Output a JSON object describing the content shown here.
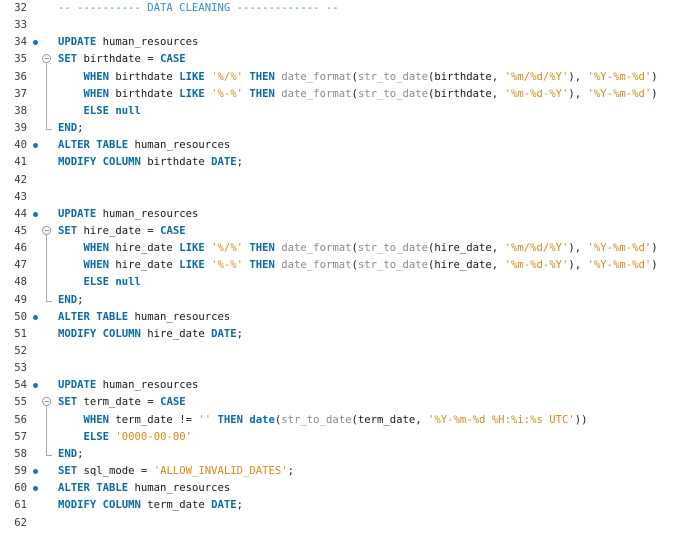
{
  "colors": {
    "keyword": "#0b6aa8",
    "function": "#8a8a8a",
    "string": "#d68a1c",
    "comment": "#3a8dc1",
    "marker": "#1e6fc4"
  },
  "lines": [
    {
      "n": "32",
      "marker": false,
      "fold": null,
      "indent": "",
      "tokens": [
        [
          "cm",
          "-- ---------- DATA CLEANING ------------- --"
        ]
      ]
    },
    {
      "n": "33",
      "marker": false,
      "fold": null,
      "indent": "",
      "tokens": []
    },
    {
      "n": "34",
      "marker": true,
      "fold": null,
      "indent": "",
      "tokens": [
        [
          "kw",
          "UPDATE"
        ],
        [
          "id",
          " human_resources"
        ]
      ]
    },
    {
      "n": "35",
      "marker": false,
      "fold": "start",
      "indent": "",
      "tokens": [
        [
          "kw",
          "SET"
        ],
        [
          "id",
          " birthdate = "
        ],
        [
          "kw",
          "CASE"
        ]
      ]
    },
    {
      "n": "36",
      "marker": false,
      "fold": null,
      "indent": "    ",
      "tokens": [
        [
          "kw",
          "WHEN"
        ],
        [
          "id",
          " birthdate "
        ],
        [
          "kw",
          "LIKE"
        ],
        [
          "id",
          " "
        ],
        [
          "str",
          "'%/%'"
        ],
        [
          "id",
          " "
        ],
        [
          "kw",
          "THEN"
        ],
        [
          "id",
          " "
        ],
        [
          "fn",
          "date_format"
        ],
        [
          "id",
          "("
        ],
        [
          "fn",
          "str_to_date"
        ],
        [
          "id",
          "(birthdate, "
        ],
        [
          "str",
          "'%m/%d/%Y'"
        ],
        [
          "id",
          "), "
        ],
        [
          "str",
          "'%Y-%m-%d'"
        ],
        [
          "id",
          ")"
        ]
      ]
    },
    {
      "n": "37",
      "marker": false,
      "fold": null,
      "indent": "    ",
      "tokens": [
        [
          "kw",
          "WHEN"
        ],
        [
          "id",
          " birthdate "
        ],
        [
          "kw",
          "LIKE"
        ],
        [
          "id",
          " "
        ],
        [
          "str",
          "'%-%'"
        ],
        [
          "id",
          " "
        ],
        [
          "kw",
          "THEN"
        ],
        [
          "id",
          " "
        ],
        [
          "fn",
          "date_format"
        ],
        [
          "id",
          "("
        ],
        [
          "fn",
          "str_to_date"
        ],
        [
          "id",
          "(birthdate, "
        ],
        [
          "str",
          "'%m-%d-%Y'"
        ],
        [
          "id",
          "), "
        ],
        [
          "str",
          "'%Y-%m-%d'"
        ],
        [
          "id",
          ")"
        ]
      ]
    },
    {
      "n": "38",
      "marker": false,
      "fold": null,
      "indent": "    ",
      "tokens": [
        [
          "kw",
          "ELSE"
        ],
        [
          "id",
          " "
        ],
        [
          "kw",
          "null"
        ]
      ]
    },
    {
      "n": "39",
      "marker": false,
      "fold": "end",
      "indent": "",
      "tokens": [
        [
          "kw",
          "END"
        ],
        [
          "id",
          ";"
        ]
      ]
    },
    {
      "n": "40",
      "marker": true,
      "fold": null,
      "indent": "",
      "tokens": [
        [
          "kw",
          "ALTER TABLE"
        ],
        [
          "id",
          " human_resources"
        ]
      ]
    },
    {
      "n": "41",
      "marker": false,
      "fold": null,
      "indent": "",
      "tokens": [
        [
          "kw",
          "MODIFY COLUMN"
        ],
        [
          "id",
          " birthdate "
        ],
        [
          "kw",
          "DATE"
        ],
        [
          "id",
          ";"
        ]
      ]
    },
    {
      "n": "42",
      "marker": false,
      "fold": null,
      "indent": "",
      "tokens": []
    },
    {
      "n": "43",
      "marker": false,
      "fold": null,
      "indent": "",
      "tokens": []
    },
    {
      "n": "44",
      "marker": true,
      "fold": null,
      "indent": "",
      "tokens": [
        [
          "kw",
          "UPDATE"
        ],
        [
          "id",
          " human_resources"
        ]
      ]
    },
    {
      "n": "45",
      "marker": false,
      "fold": "start",
      "indent": "",
      "tokens": [
        [
          "kw",
          "SET"
        ],
        [
          "id",
          " hire_date = "
        ],
        [
          "kw",
          "CASE"
        ]
      ]
    },
    {
      "n": "46",
      "marker": false,
      "fold": null,
      "indent": "    ",
      "tokens": [
        [
          "kw",
          "WHEN"
        ],
        [
          "id",
          " hire_date "
        ],
        [
          "kw",
          "LIKE"
        ],
        [
          "id",
          " "
        ],
        [
          "str",
          "'%/%'"
        ],
        [
          "id",
          " "
        ],
        [
          "kw",
          "THEN"
        ],
        [
          "id",
          " "
        ],
        [
          "fn",
          "date_format"
        ],
        [
          "id",
          "("
        ],
        [
          "fn",
          "str_to_date"
        ],
        [
          "id",
          "(hire_date, "
        ],
        [
          "str",
          "'%m/%d/%Y'"
        ],
        [
          "id",
          "), "
        ],
        [
          "str",
          "'%Y-%m-%d'"
        ],
        [
          "id",
          ")"
        ]
      ]
    },
    {
      "n": "47",
      "marker": false,
      "fold": null,
      "indent": "    ",
      "tokens": [
        [
          "kw",
          "WHEN"
        ],
        [
          "id",
          " hire_date "
        ],
        [
          "kw",
          "LIKE"
        ],
        [
          "id",
          " "
        ],
        [
          "str",
          "'%-%'"
        ],
        [
          "id",
          " "
        ],
        [
          "kw",
          "THEN"
        ],
        [
          "id",
          " "
        ],
        [
          "fn",
          "date_format"
        ],
        [
          "id",
          "("
        ],
        [
          "fn",
          "str_to_date"
        ],
        [
          "id",
          "(hire_date, "
        ],
        [
          "str",
          "'%m-%d-%Y'"
        ],
        [
          "id",
          "), "
        ],
        [
          "str",
          "'%Y-%m-%d'"
        ],
        [
          "id",
          ")"
        ]
      ]
    },
    {
      "n": "48",
      "marker": false,
      "fold": null,
      "indent": "    ",
      "tokens": [
        [
          "kw",
          "ELSE"
        ],
        [
          "id",
          " "
        ],
        [
          "kw",
          "null"
        ]
      ]
    },
    {
      "n": "49",
      "marker": false,
      "fold": "end",
      "indent": "",
      "tokens": [
        [
          "kw",
          "END"
        ],
        [
          "id",
          ";"
        ]
      ]
    },
    {
      "n": "50",
      "marker": true,
      "fold": null,
      "indent": "",
      "tokens": [
        [
          "kw",
          "ALTER TABLE"
        ],
        [
          "id",
          " human_resources"
        ]
      ]
    },
    {
      "n": "51",
      "marker": false,
      "fold": null,
      "indent": "",
      "tokens": [
        [
          "kw",
          "MODIFY COLUMN"
        ],
        [
          "id",
          " hire_date "
        ],
        [
          "kw",
          "DATE"
        ],
        [
          "id",
          ";"
        ]
      ]
    },
    {
      "n": "52",
      "marker": false,
      "fold": null,
      "indent": "",
      "tokens": []
    },
    {
      "n": "53",
      "marker": false,
      "fold": null,
      "indent": "",
      "tokens": []
    },
    {
      "n": "54",
      "marker": true,
      "fold": null,
      "indent": "",
      "tokens": [
        [
          "kw",
          "UPDATE"
        ],
        [
          "id",
          " human_resources"
        ]
      ]
    },
    {
      "n": "55",
      "marker": false,
      "fold": "start",
      "indent": "",
      "tokens": [
        [
          "kw",
          "SET"
        ],
        [
          "id",
          " term_date = "
        ],
        [
          "kw",
          "CASE"
        ]
      ]
    },
    {
      "n": "56",
      "marker": false,
      "fold": null,
      "indent": "    ",
      "tokens": [
        [
          "kw",
          "WHEN"
        ],
        [
          "id",
          " term_date != "
        ],
        [
          "str",
          "''"
        ],
        [
          "id",
          " "
        ],
        [
          "kw",
          "THEN"
        ],
        [
          "id",
          " "
        ],
        [
          "kw",
          "date"
        ],
        [
          "id",
          "("
        ],
        [
          "fn",
          "str_to_date"
        ],
        [
          "id",
          "(term_date, "
        ],
        [
          "str",
          "'%Y-%m-%d %H:%i:%s UTC'"
        ],
        [
          "id",
          "))"
        ]
      ]
    },
    {
      "n": "57",
      "marker": false,
      "fold": null,
      "indent": "    ",
      "tokens": [
        [
          "kw",
          "ELSE"
        ],
        [
          "id",
          " "
        ],
        [
          "str",
          "'0000-00-00'"
        ]
      ]
    },
    {
      "n": "58",
      "marker": false,
      "fold": "end",
      "indent": "",
      "tokens": [
        [
          "kw",
          "END"
        ],
        [
          "id",
          ";"
        ]
      ]
    },
    {
      "n": "59",
      "marker": true,
      "fold": null,
      "indent": "",
      "tokens": [
        [
          "kw",
          "SET"
        ],
        [
          "id",
          " sql_mode = "
        ],
        [
          "str",
          "'ALLOW_INVALID_DATES'"
        ],
        [
          "id",
          ";"
        ]
      ]
    },
    {
      "n": "60",
      "marker": true,
      "fold": null,
      "indent": "",
      "tokens": [
        [
          "kw",
          "ALTER TABLE"
        ],
        [
          "id",
          " human_resources"
        ]
      ]
    },
    {
      "n": "61",
      "marker": false,
      "fold": null,
      "indent": "",
      "tokens": [
        [
          "kw",
          "MODIFY COLUMN"
        ],
        [
          "id",
          " term_date "
        ],
        [
          "kw",
          "DATE"
        ],
        [
          "id",
          ";"
        ]
      ]
    },
    {
      "n": "62",
      "marker": false,
      "fold": null,
      "indent": "",
      "tokens": []
    }
  ]
}
